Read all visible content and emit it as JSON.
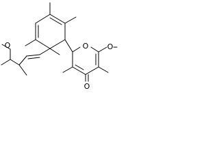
{
  "structure": {
    "atoms": {
      "ring_oxygen": "O",
      "methoxy_oxygen": "O",
      "pyranone_carbonyl_oxygen": "O",
      "ketone_oxygen": "O"
    }
  },
  "colors": {
    "bond": "#000000",
    "label": "#000000",
    "background": "#ffffff"
  }
}
